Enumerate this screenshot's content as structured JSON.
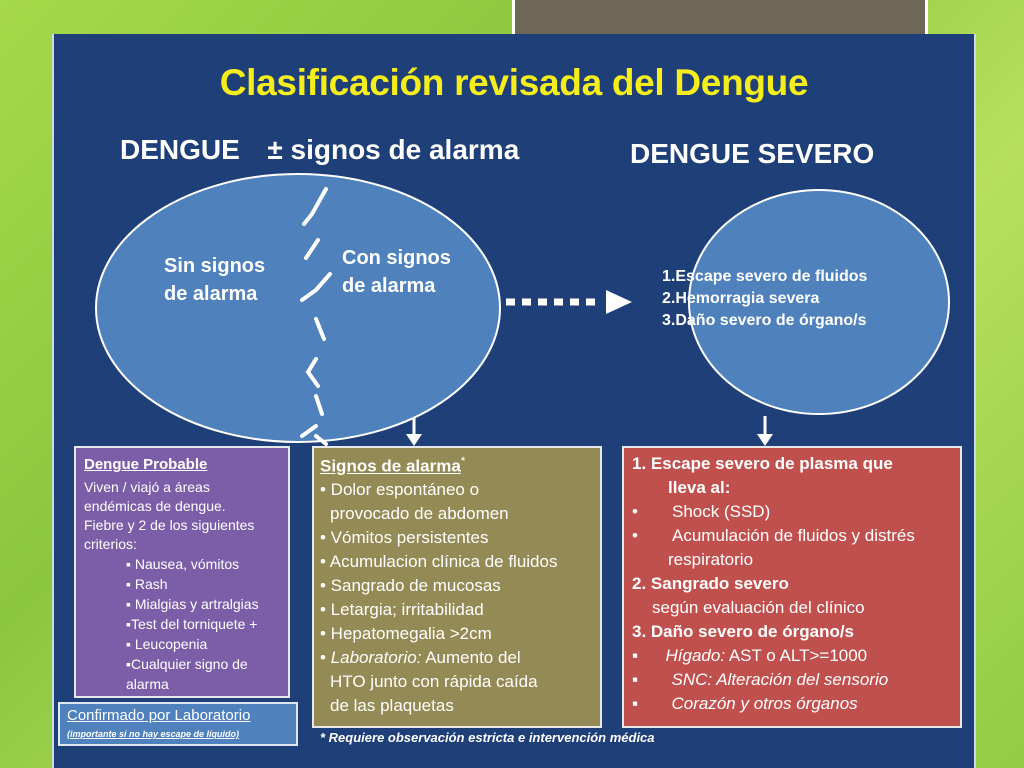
{
  "title": "Clasificación revisada del Dengue",
  "left_header": {
    "part1": "DENGUE",
    "part2": "± signos de alarma"
  },
  "right_header": "DENGUE SEVERO",
  "left_ellipse": {
    "left_label": [
      "Sin signos",
      "de alarma"
    ],
    "right_label": [
      "Con signos",
      "de alarma"
    ]
  },
  "right_ellipse": {
    "items": [
      "1.Escape severo de fluidos",
      "2.Hemorragia severa",
      "3.Daño severo de órgano/s"
    ]
  },
  "dengue_probable": {
    "title": "Dengue Probable",
    "intro": [
      "Viven / viajó a áreas",
      "endémicas de dengue.",
      "Fiebre y 2 de los siguientes",
      "criterios:"
    ],
    "bullets": [
      "▪ Nausea, vómitos",
      "▪ Rash",
      "▪ Mialgias y artralgias",
      "▪Test del torniquete +",
      "▪ Leucopenia",
      "▪Cualquier signo de",
      "alarma"
    ]
  },
  "confirmado": {
    "label": "Confirmado por Laboratorio",
    "note": "(importante si no hay escape de líquido)"
  },
  "signos_alarma": {
    "title": "Signos de alarma",
    "asterisk": "*",
    "items": [
      "• Dolor espontáneo o",
      "provocado de abdomen",
      "• Vómitos persistentes",
      "• Acumulacion clínica de fluidos",
      "• Sangrado de mucosas",
      "• Letargia; irritabilidad",
      "• Hepatomegalia >2cm",
      "Aumento del",
      "HTO junto con rápida caída",
      "de las plaquetas"
    ],
    "lab_prefix": "• ",
    "lab_label": "Laboratorio:"
  },
  "severo_box": {
    "s1_title_a": "1.   Escape severo de plasma que",
    "s1_title_b": "lleva al:",
    "s1_items": [
      "•",
      "Shock (SSD)",
      "•",
      "Acumulación de fluidos y distrés",
      "respiratorio"
    ],
    "s2_title": "2. Sangrado severo",
    "s2_text": "según evaluación del clínico",
    "s3_title": "3. Daño severo de órgano/s",
    "s3_items": [
      {
        "bullet": "▪",
        "italic": "Hígado:",
        "text": " AST o ALT>=1000"
      },
      {
        "bullet": "▪",
        "italic": "SNC: Alteración del sensorio",
        "text": ""
      },
      {
        "bullet": "▪",
        "italic": "Corazón y otros órganos",
        "text": ""
      }
    ]
  },
  "footnote": "* Requiere observación estricta e intervención médica",
  "colors": {
    "background": "#1f3f78",
    "title": "#f5ee1a",
    "ellipse": "#4f81bd",
    "purple_box": "#7b5ea7",
    "olive_box": "#948a55",
    "red_box": "#c0504d"
  }
}
